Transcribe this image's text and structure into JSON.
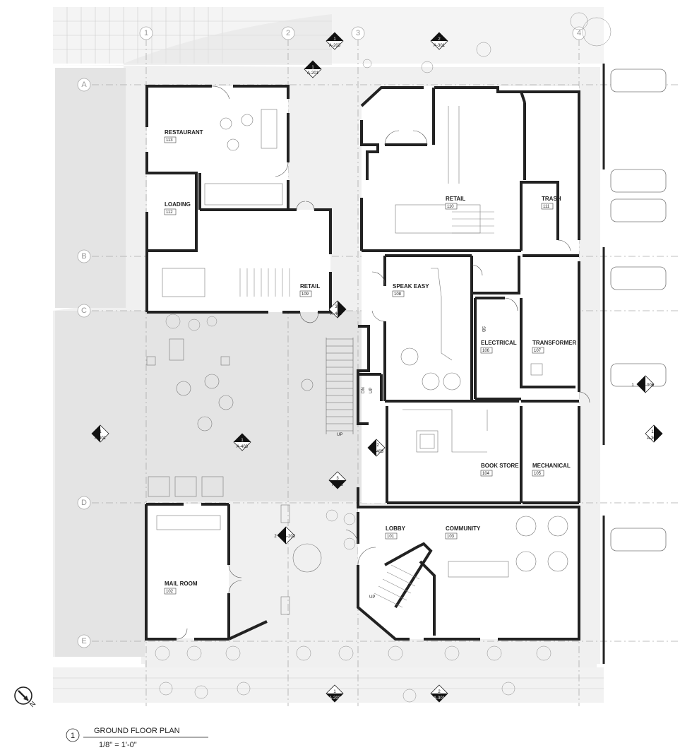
{
  "grid": {
    "columns": [
      "1",
      "2",
      "3",
      "4"
    ],
    "rows": [
      "A",
      "B",
      "C",
      "D",
      "E"
    ]
  },
  "rooms": [
    {
      "name": "RESTAURANT",
      "number": "113"
    },
    {
      "name": "LOADING",
      "number": "112"
    },
    {
      "name": "RETAIL",
      "number": "109"
    },
    {
      "name": "RETAIL",
      "number": "110"
    },
    {
      "name": "TRASH",
      "number": "111"
    },
    {
      "name": "SPEAK EASY",
      "number": "108"
    },
    {
      "name": "ELECTRICAL",
      "number": "106"
    },
    {
      "name": "TRANSFORMER",
      "number": "107"
    },
    {
      "name": "BOOK STORE",
      "number": "104"
    },
    {
      "name": "MECHANICAL",
      "number": "105"
    },
    {
      "name": "LOBBY",
      "number": "101"
    },
    {
      "name": "COMMUNITY",
      "number": "103"
    },
    {
      "name": "MAIL ROOM",
      "number": "102"
    }
  ],
  "markers": [
    {
      "num": "1",
      "sheet": "A-203"
    },
    {
      "num": "2",
      "sheet": "A-301"
    },
    {
      "num": "1",
      "sheet": "A-201"
    },
    {
      "num": "3",
      "sheet": "A-403"
    },
    {
      "num": "1",
      "sheet": "A-006"
    },
    {
      "num": "1",
      "sheet": "A-301"
    },
    {
      "num": "1",
      "sheet": "A-403"
    },
    {
      "num": "2",
      "sheet": "A-403"
    },
    {
      "num": "3",
      "sheet": "A-403"
    },
    {
      "num": "2",
      "sheet": "A-203"
    },
    {
      "num": "1",
      "sheet": "A-203"
    },
    {
      "num": "2",
      "sheet": "A-301"
    },
    {
      "num": "1",
      "sheet": "A-301"
    }
  ],
  "labels": {
    "sb": "SB",
    "up_main": "UP",
    "up_lobby": "UP",
    "dn": "DN",
    "up_small": "UP"
  },
  "title": {
    "number": "1",
    "name": "GROUND FLOOR PLAN",
    "scale": "1/8\" = 1'-0\""
  },
  "north": {
    "letter": "N"
  },
  "colors": {
    "walls": "#222222",
    "ground": "#e4e4e4",
    "grid": "#aaaaaa"
  }
}
